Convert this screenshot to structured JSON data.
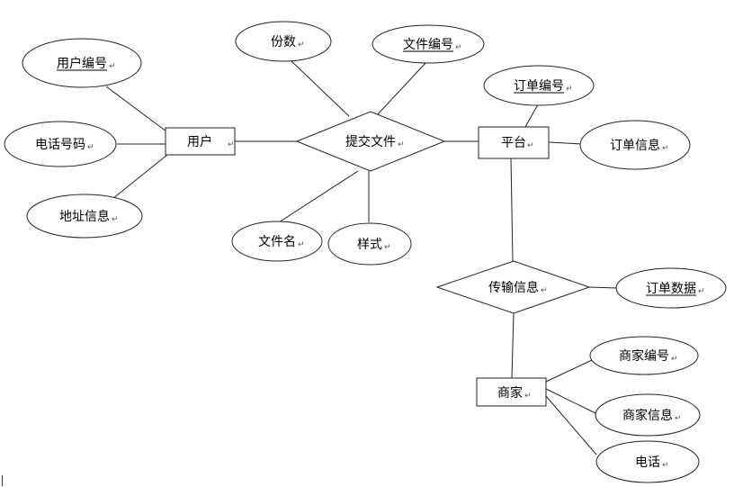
{
  "diagram": {
    "return_mark": "↵",
    "entities": {
      "user": "用户",
      "platform": "平台",
      "merchant": "商家"
    },
    "relationships": {
      "submit_file": "提交文件",
      "transmit_info": "传输信息"
    },
    "attributes": {
      "user_id": "用户编号",
      "phone_number": "电话号码",
      "address_info": "地址信息",
      "copies": "份数",
      "file_id": "文件编号",
      "file_name": "文件名",
      "style": "样式",
      "order_id": "订单编号",
      "order_info": "订单信息",
      "order_data": "订单数据",
      "merchant_id": "商家编号",
      "merchant_info": "商家信息",
      "telephone": "电话"
    }
  }
}
